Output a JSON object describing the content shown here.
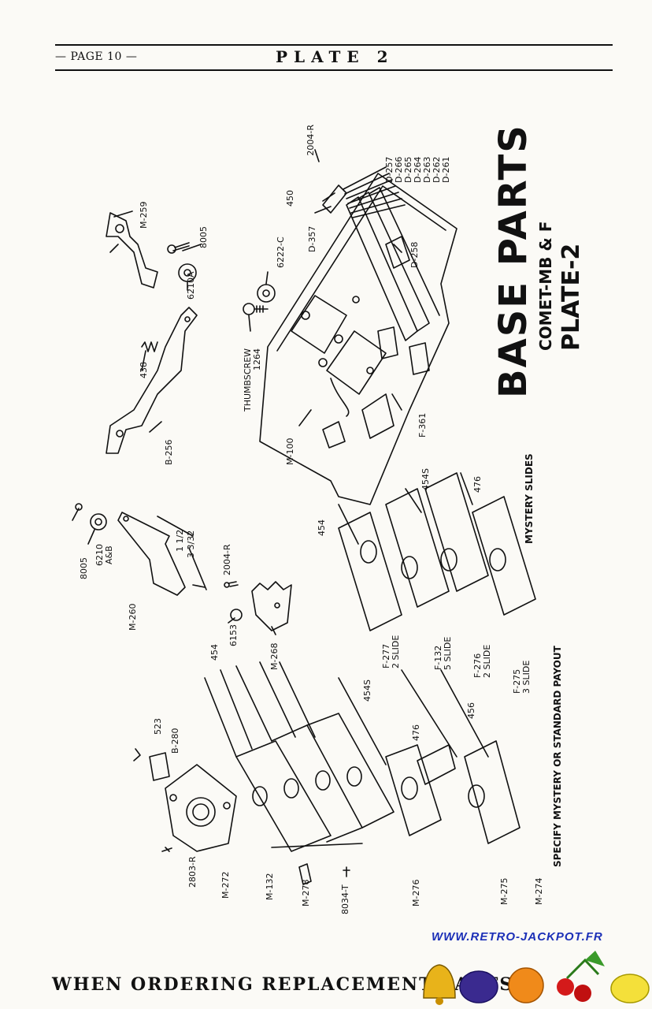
{
  "header": {
    "page_label": "— PAGE 10 —",
    "plate_label": "PLATE 2"
  },
  "title": {
    "main": "BASE PARTS",
    "model": "COMET-MB & F",
    "plate": "PLATE-2"
  },
  "labels": {
    "p2004r_top": "2004-R",
    "p450": "450",
    "d357": "D-357",
    "d257": "D-257",
    "d266": "D-266",
    "d265": "D-265",
    "d264": "D-264",
    "d263": "D-263",
    "d262": "D-262",
    "d261": "D-261",
    "d258": "D-258",
    "m259": "M-259",
    "p8005_top": "8005",
    "p6210a": "6210A",
    "p6222c": "6222-C",
    "thumbscrew": "THUMBSCREW",
    "p1264": "1264",
    "p438": "438",
    "b256": "B-256",
    "m100": "M-100",
    "f361": "F-361",
    "p8005_left": "8005",
    "p6210ab": "6210",
    "p6210ab_sub": "A&B",
    "dim_a": "1 1/2",
    "dim_b": "3 3/32",
    "m260": "M-260",
    "p2004r_mid": "2004-R",
    "p6153": "6153",
    "m268": "M-268",
    "p454_a": "454",
    "p454s_a": "454S",
    "p476_a": "476",
    "mystery_slides": "MYSTERY SLIDES",
    "f277": "F-277",
    "f277_sub": "2 SLIDE",
    "f132": "F-132",
    "f132_sub": "5 SLIDE",
    "f276": "F-276",
    "f276_sub": "2 SLIDE",
    "f275": "F-275",
    "f275_sub": "3 SLIDE",
    "specify": "SPECIFY MYSTERY OR STANDARD PAYOUT",
    "p454_b": "454",
    "p454s_b": "454S",
    "p476_b": "476",
    "p456": "456",
    "p523": "523",
    "b280": "B-280",
    "p2803r": "2803-R",
    "m272": "M-272",
    "m132": "M-132",
    "m278": "M-278",
    "p8034t": "8034-T",
    "m276": "M-276",
    "m275": "M-275",
    "m274": "M-274"
  },
  "footer": {
    "text": "WHEN ORDERING REPLACEMENT PARTS",
    "url": "WWW.RETRO-JACKPOT.FR"
  },
  "colors": {
    "ink": "#111111",
    "paper": "#fbfaf6",
    "url_blue": "#1b2fb7"
  }
}
